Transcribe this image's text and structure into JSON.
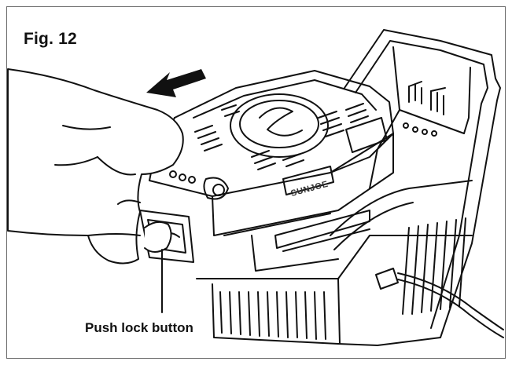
{
  "figure": {
    "label": "Fig. 12",
    "callout": "Push lock button",
    "brand_text": "SUNJOE"
  },
  "colors": {
    "line": "#111111",
    "frame": "#6b6b6b",
    "background": "#ffffff"
  }
}
